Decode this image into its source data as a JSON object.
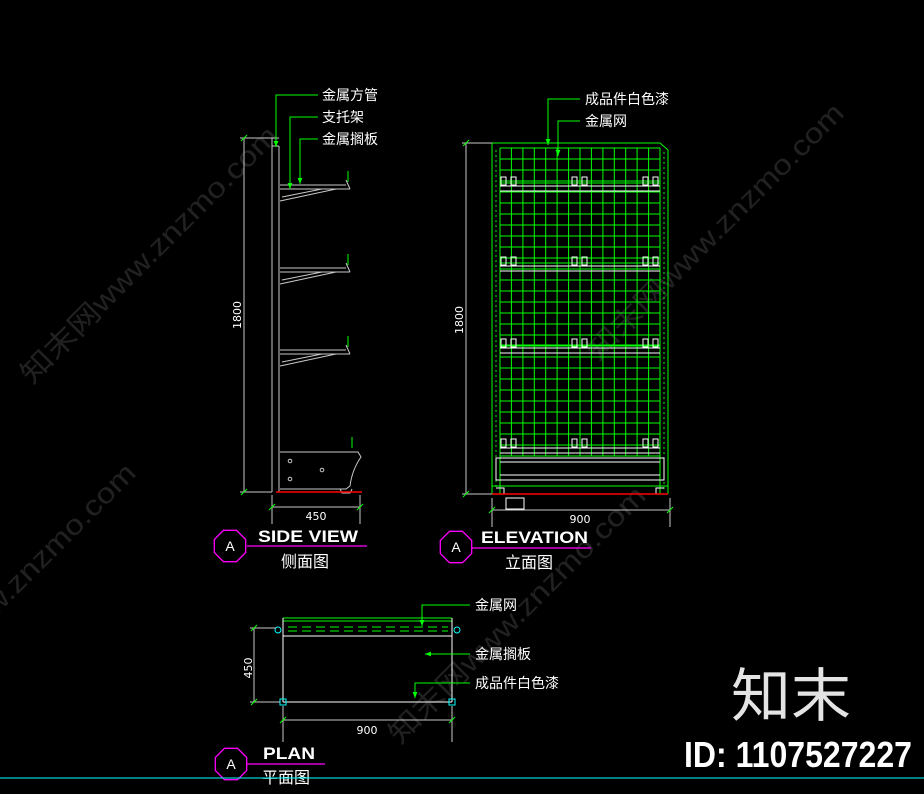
{
  "colors": {
    "background": "#000000",
    "line_green": "#00ff00",
    "line_white": "#ffffff",
    "line_gray": "#c8c8c8",
    "marker_magenta": "#ff00ff",
    "base_red": "#ff0000",
    "border_cyan": "#00ffff"
  },
  "side_view": {
    "marker": "A",
    "title": "SIDE VIEW",
    "subtitle": "侧面图",
    "labels": {
      "square_tube": "金属方管",
      "support_bracket": "支托架",
      "shelf_board": "金属搁板"
    },
    "dimension_height": "1800",
    "dimension_width": "450"
  },
  "elevation": {
    "marker": "A",
    "title": "ELEVATION",
    "subtitle": "立面图",
    "labels": {
      "white_paint": "成品件白色漆",
      "mesh": "金属网"
    },
    "dimension_height": "1800",
    "dimension_width": "900"
  },
  "plan": {
    "marker": "A",
    "title": "PLAN",
    "subtitle": "平面图",
    "labels": {
      "mesh": "金属网",
      "shelf_board": "金属搁板",
      "white_paint": "成品件白色漆"
    },
    "dimension_depth": "450",
    "dimension_width": "900"
  },
  "watermark": {
    "text": "知末网www.znzmo.com",
    "logo": "知末",
    "id_label": "ID: 1107527227"
  }
}
